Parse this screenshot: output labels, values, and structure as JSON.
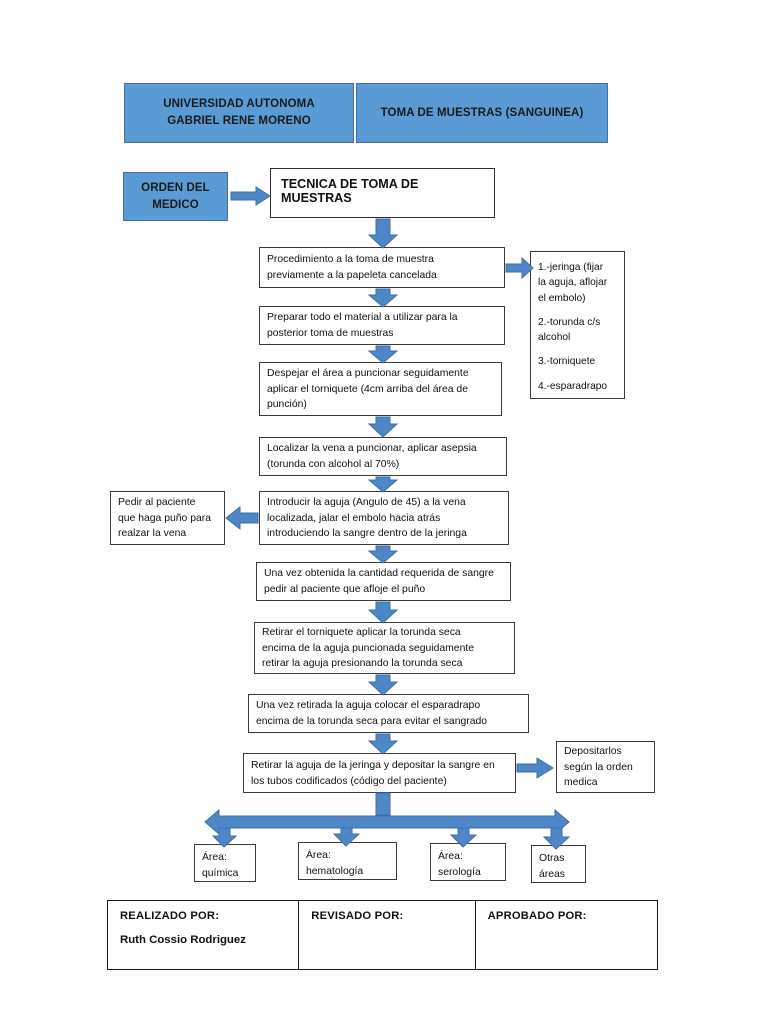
{
  "document": {
    "title": "TOMA DE MUESTRAS (SANGUINEA)",
    "accent_color": "#5B9BD5",
    "arrow_color": "#4E87C7",
    "box_border_color": "#3A3A3A"
  },
  "header": {
    "institution_line1": "UNIVERSIDAD AUTONOMA",
    "institution_line2": "GABRIEL RENE MORENO",
    "procedure_title": "TOMA DE MUESTRAS (SANGUINEA)"
  },
  "start": {
    "order_line1": "ORDEN DEL",
    "order_line2": "MEDICO",
    "technique_title": "TECNICA DE TOMA DE MUESTRAS"
  },
  "steps": [
    {
      "id": "step-1",
      "line1": "Procedimiento a la toma de muestra",
      "line2": "previamente a la papeleta cancelada"
    },
    {
      "id": "step-2",
      "line1": "Preparar todo el material a utilizar para la",
      "line2": "posterior toma de muestras"
    },
    {
      "id": "step-3",
      "line1": "Despejar el área a puncionar seguidamente",
      "line2": "aplicar el torniquete (4cm arriba del área de",
      "line3": "punción)"
    },
    {
      "id": "step-4",
      "line1": "Localizar la vena a puncionar, aplicar asepsia",
      "line2": "(torunda con alcohol al 70%)"
    },
    {
      "id": "step-5",
      "line1": "Introducir la aguja (Angulo de 45) a la vena",
      "line2": "localizada, jalar el embolo hacia atrás",
      "line3": "introduciendo la sangre dentro de la jeringa"
    },
    {
      "id": "step-6",
      "line1": "Una vez obtenida la cantidad requerida de sangre",
      "line2": "pedir al paciente que afloje el puño"
    },
    {
      "id": "step-7",
      "line1": "Retirar el torniquete aplicar la torunda seca",
      "line2": "encima de la aguja puncionada seguidamente",
      "line3": "retirar la aguja presionando la torunda seca"
    },
    {
      "id": "step-8",
      "line1": "Una vez retirada la aguja colocar el esparadrapo",
      "line2": "encima de la torunda seca para evitar el sangrado"
    },
    {
      "id": "step-9",
      "line1": "Retirar la aguja de la jeringa y depositar la sangre en",
      "line2": "los tubos codificados (código del paciente)"
    }
  ],
  "materials": {
    "items": [
      "1.-jeringa (fijar la aguja, aflojar el embolo)",
      "2.-torunda c/s alcohol",
      "3.-torniquete",
      "4.-esparadrapo"
    ],
    "item1_line1": "1.-jeringa (fijar",
    "item1_line2": "la aguja, aflojar",
    "item1_line3": "el embolo)",
    "item2_line1": "2.-torunda c/s",
    "item2_line2": "alcohol",
    "item3": "3.-torniquete",
    "item4": "4.-esparadrapo"
  },
  "side_note_fist": {
    "line1": "Pedir al paciente",
    "line2": "que haga puño para",
    "line3": "realzar la vena"
  },
  "side_note_deposit": {
    "line1": "Depositarlos",
    "line2": "según la orden",
    "line3": "medica"
  },
  "areas": [
    {
      "label_line1": "Área:",
      "label_line2": "química"
    },
    {
      "label_line1": "Área:",
      "label_line2": "hematología"
    },
    {
      "label_line1": "Área:",
      "label_line2": "serología"
    },
    {
      "label_line1": "Otras",
      "label_line2": "áreas"
    }
  ],
  "signatures": {
    "realizado_label": "REALIZADO POR:",
    "realizado_value": "Ruth Cossio Rodriguez",
    "revisado_label": "REVISADO POR:",
    "revisado_value": "",
    "aprobado_label": "APROBADO POR:",
    "aprobado_value": ""
  }
}
